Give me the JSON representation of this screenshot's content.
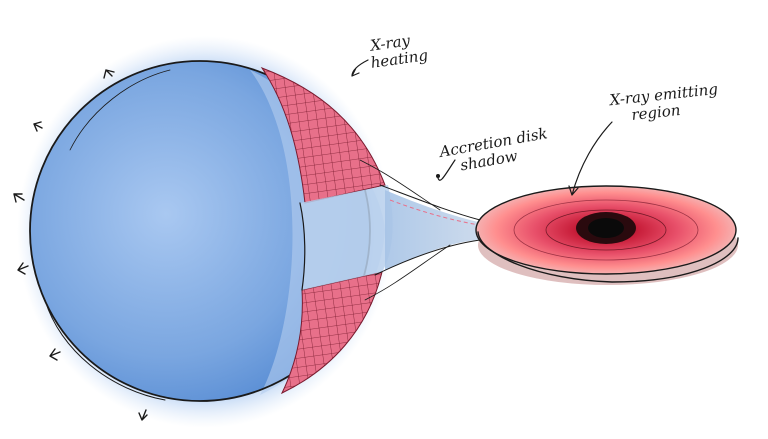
{
  "labels": {
    "xray_heating": [
      "X-ray",
      "heating"
    ],
    "xray_emitting_region": [
      "X-ray emitting",
      "region"
    ],
    "accretion_disk_shadow": [
      "Accretion disk",
      "shadow"
    ]
  },
  "colors": {
    "star_fill": "#6f9edb",
    "star_glow": "#9cc0ef",
    "heated_region": "#e8708a",
    "disk_outer": "#ff8a8a",
    "disk_inner": "#e0304e",
    "black_hole": "#0a0a0a",
    "ink": "#1a1a1a"
  },
  "icons": [
    "arrow-icon",
    "black-hole-icon"
  ]
}
